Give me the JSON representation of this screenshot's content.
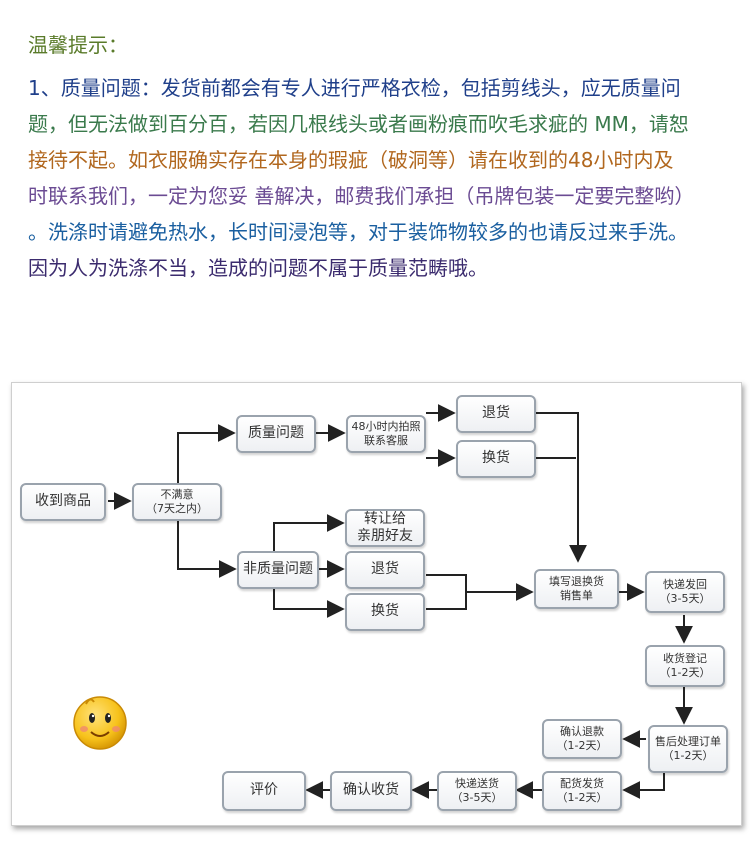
{
  "notice": {
    "title": "温馨提示：",
    "lines": [
      "1、质量问题：发货前都会有专人进行严格衣检，包括剪线头，应无质量问",
      "题，但无法做到百分百，若因几根线头或者画粉痕而吹毛求疵的 MM，请恕",
      "接待不起。如衣服确实存在本身的瑕疵（破洞等）请在收到的48小时内及",
      "时联系我们，一定为您妥 善解决，邮费我们承担（吊牌包装一定要完整哟）",
      "。洗涤时请避免热水，长时间浸泡等，对于装饰物较多的也请反过来手洗。",
      "因为人为洗涤不当，造成的问题不属于质量范畴哦。"
    ]
  },
  "flow": {
    "receive": "收到商品",
    "unsatisfied": [
      "不满意",
      "（7天之内）"
    ],
    "quality_issue": "质量问题",
    "photo_contact": [
      "48小时内拍照",
      "联系客服"
    ],
    "return_1": "退货",
    "exchange_1": "换货",
    "non_quality": "非质量问题",
    "transfer": [
      "转让给",
      "亲朋好友"
    ],
    "return_2": "退货",
    "exchange_2": "换货",
    "fill_form": [
      "填写退换货",
      "销售单"
    ],
    "express_return": [
      "快递发回",
      "（3-5天）"
    ],
    "receive_register": [
      "收货登记",
      "（1-2天）"
    ],
    "after_sale": [
      "售后处理订单",
      "（1-2天）"
    ],
    "confirm_refund": [
      "确认退款",
      "（1-2天）"
    ],
    "ship_goods": [
      "配货发货",
      "（1-2天）"
    ],
    "express_deliver": [
      "快递送货",
      "（3-5天）"
    ],
    "confirm_receipt": "确认收货",
    "review": "评价"
  },
  "colors": {
    "box_border": "#9aa3ad",
    "arrow": "#222222",
    "smiley_face": "#f7c21b"
  }
}
